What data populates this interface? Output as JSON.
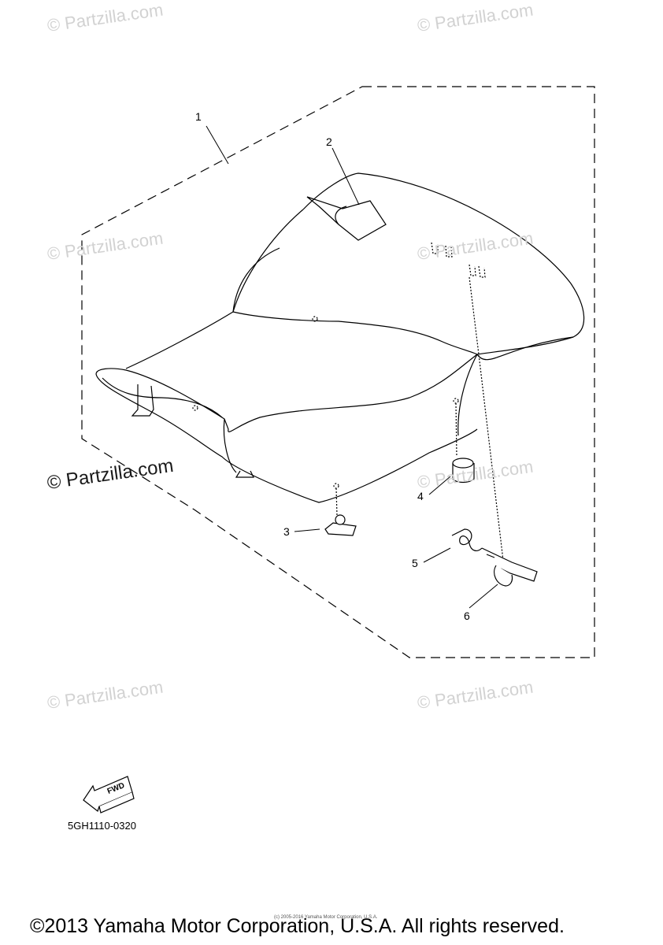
{
  "watermarks": {
    "light": "© Partzilla.com",
    "dark": "© Partzilla.com"
  },
  "callouts": [
    "1",
    "2",
    "3",
    "4",
    "5",
    "6"
  ],
  "fwd_label": "FWD",
  "diagram_code": "5GH1110-0320",
  "tiny_copyright": "(c) 2005-2016 Yamaha Motor Corporation, U.S.A.",
  "footer_copyright": "©2013 Yamaha Motor Corporation, U.S.A. All rights reserved."
}
